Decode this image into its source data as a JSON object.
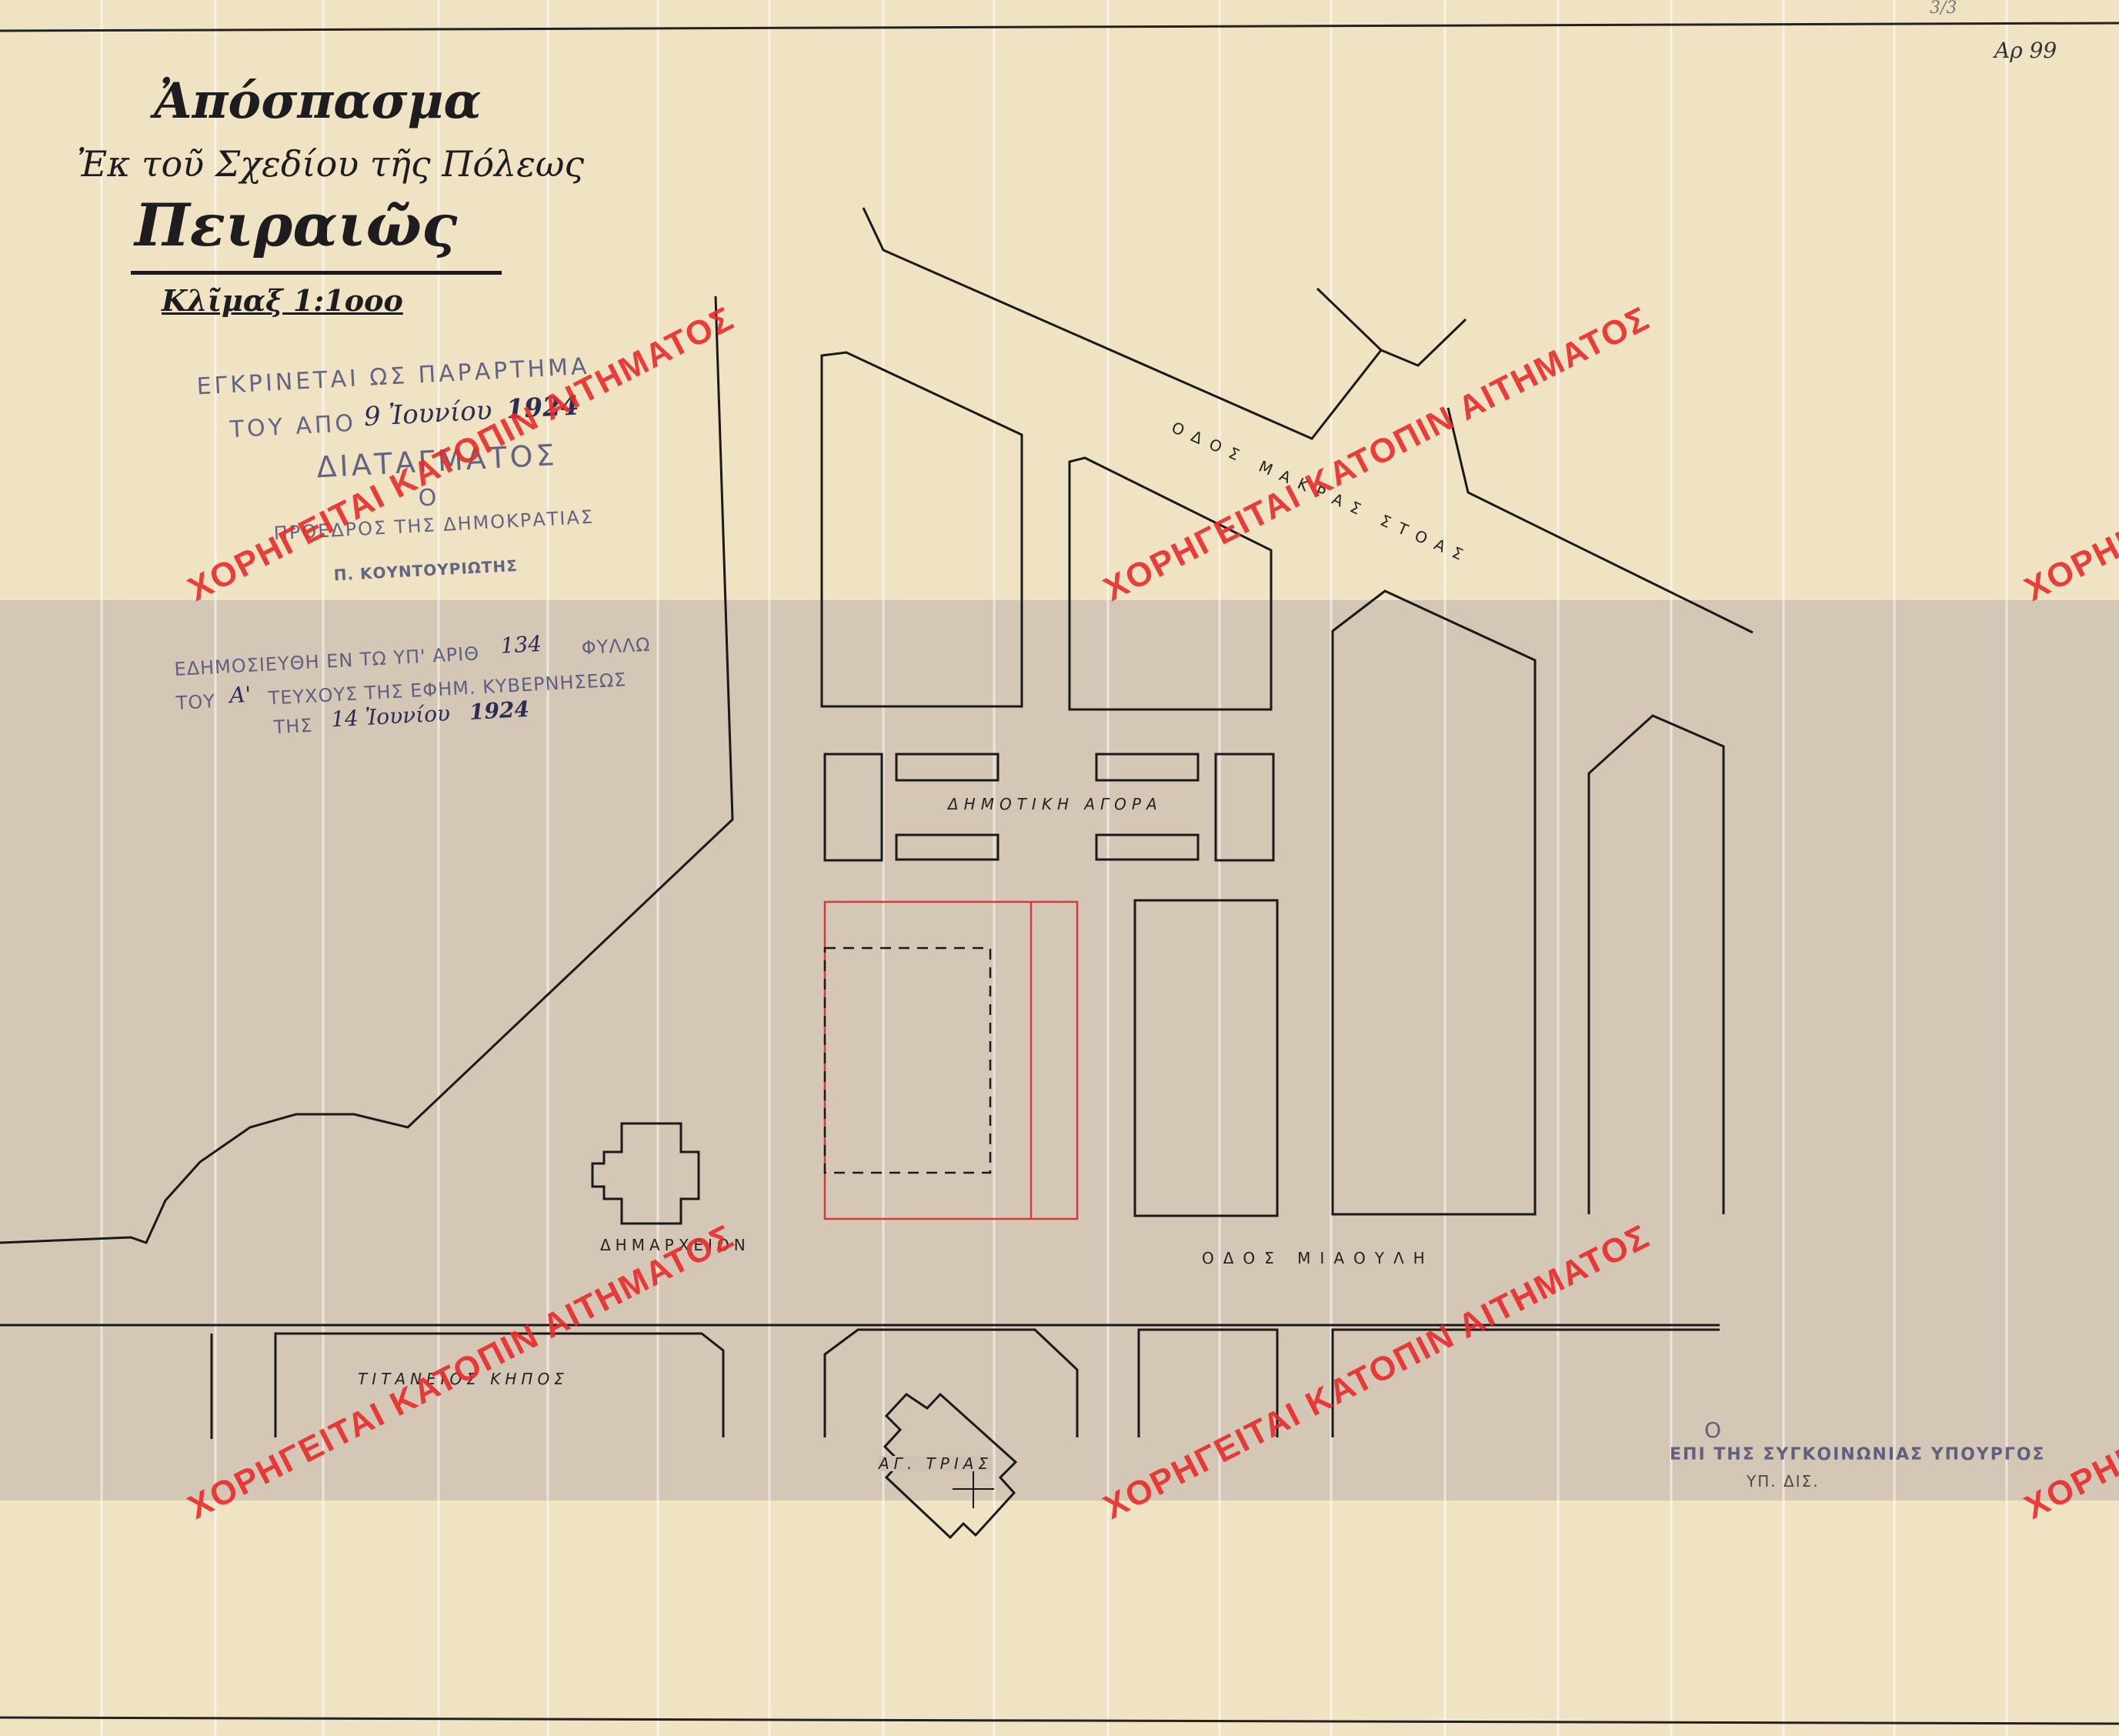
{
  "title": {
    "line1": "Ἀπόσπασμα",
    "line2": "Ἐκ τοῦ Σχεδίου τῆς Πόλεως",
    "line3": "Πειραιῶς",
    "scale": "Κλῖμαξ 1:1οοο"
  },
  "corner_notes": {
    "top": "3/3",
    "catalog": "Αρ 99"
  },
  "approval_stamp": {
    "line1": "ΕΓΚΡΙΝΕΤΑΙ ΩΣ ΠΑΡΑΡΤΗΜΑ",
    "line2_prefix": "ΤΟΥ ΑΠΟ",
    "line2_day": "9 Ἰουνίου",
    "line2_year": "1924",
    "line3": "ΔΙΑΤΑΓΜΑΤΟΣ",
    "line4": "Ο",
    "line5": "ΠΡΟΕΔΡΟΣ ΤΗΣ ΔΗΜΟΚΡΑΤΙΑΣ",
    "signature": "Π. ΚΟΥΝΤΟΥΡΙΩΤΗΣ"
  },
  "publication_stamp": {
    "line1": "ΕΔΗΜΟΣΙΕΥΘΗ ΕΝ ΤΩ ΥΠ' ΑΡΙΘ",
    "number": "134",
    "line1_suffix": "ΦΥΛΛΩ",
    "line2_prefix": "ΤΟΥ",
    "issue": "Α'",
    "line2_suffix": "ΤΕΥΧΟΥΣ ΤΗΣ ΕΦΗΜ. ΚΥΒΕΡΝΗΣΕΩΣ",
    "line3_prefix": "ΤΗΣ",
    "date": "14 Ἰουνίου",
    "year": "1924"
  },
  "minister_stamp": {
    "line1": "Ο",
    "line2": "ΕΠΙ ΤΗΣ ΣΥΓΚΟΙΝΩΝΙΑΣ ΥΠΟΥΡΓΟΣ",
    "line3": "ΥΠ. ΔΙΣ."
  },
  "labels": {
    "street_makras_stoas": "ΟΔΟΣ ΜΑΚΡΑΣ ΣΤΟΑΣ",
    "street_miaouli": "ΟΔΟΣ ΜΙΑΟΥΛΗ",
    "market": "ΔΗΜΟΤΙΚΗ ΑΓΟΡΑ",
    "town_hall": "ΔΗΜΑΡΧΕΙΟΝ",
    "garden": "ΤΙΤΑΝΕΙΟΣ ΚΗΠΟΣ",
    "church": "ΑΓ. ΤΡΙΑΣ"
  },
  "watermark": {
    "text": "ΧΟΡΗΓΕΙΤΑΙ ΚΑΤΟΠΙΝ ΑΙΤΗΜΑΤΟΣ"
  },
  "colors": {
    "paper": "#efe3c3",
    "shaded_band": "#cfc2b3",
    "ink": "#1a1a1a",
    "red_plot": "#d83a3a",
    "stamp_ink": "#4a4e78",
    "watermark": "#ea2a2a"
  }
}
